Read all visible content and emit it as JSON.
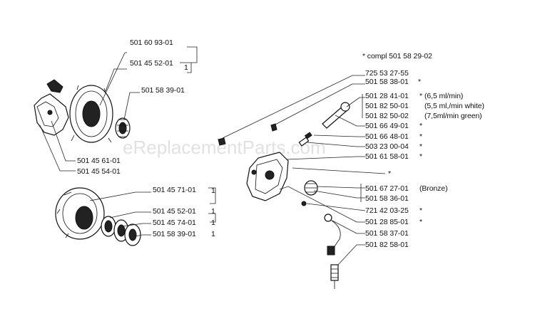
{
  "watermark": "eReplacementParts.com",
  "groups": {
    "upper_left": [
      {
        "num": "501 60 93-01"
      },
      {
        "num": "501 45 52-01",
        "qty": "1"
      },
      {
        "num": "501 58 39-01"
      },
      {
        "num": "501 45 61-01"
      },
      {
        "num": "501 45 54-01"
      }
    ],
    "lower_left": [
      {
        "num": "501 45 71-01",
        "qty": "1"
      },
      {
        "num": "501 45 52-01",
        "qty": "1"
      },
      {
        "num": "501 45 74-01",
        "qty": "1"
      },
      {
        "num": "501 58 39-01",
        "qty": "1"
      }
    ],
    "right": {
      "compl": "* compl 501 58 29-02",
      "items": [
        {
          "num": "725 53 27-55"
        },
        {
          "num": "501 58 38-01",
          "mark": "*"
        },
        {
          "num": "501 28 41-01",
          "mark": "*",
          "note": "(6,5 ml/min)"
        },
        {
          "num": "501 82 50-01",
          "note": "(5,5 ml,/min white)"
        },
        {
          "num": "501 82 50-02",
          "note": "(7,5ml/min green)"
        },
        {
          "num": "501 66 49-01",
          "mark": "*"
        },
        {
          "num": "501 66 48-01",
          "mark": "*"
        },
        {
          "num": "503 23 00-04",
          "mark": "*"
        },
        {
          "num": "501 61 58-01",
          "mark": "*"
        },
        {
          "num": "",
          "mark": "*"
        },
        {
          "num": "501 67 27-01",
          "note": "(Bronze)"
        },
        {
          "num": "501 58 36-01"
        },
        {
          "num": "721 42 03-25",
          "mark": "*"
        },
        {
          "num": "501 28 85-01",
          "mark": "*"
        },
        {
          "num": "501 58 37-01"
        },
        {
          "num": "501 82 58-01"
        }
      ]
    }
  }
}
